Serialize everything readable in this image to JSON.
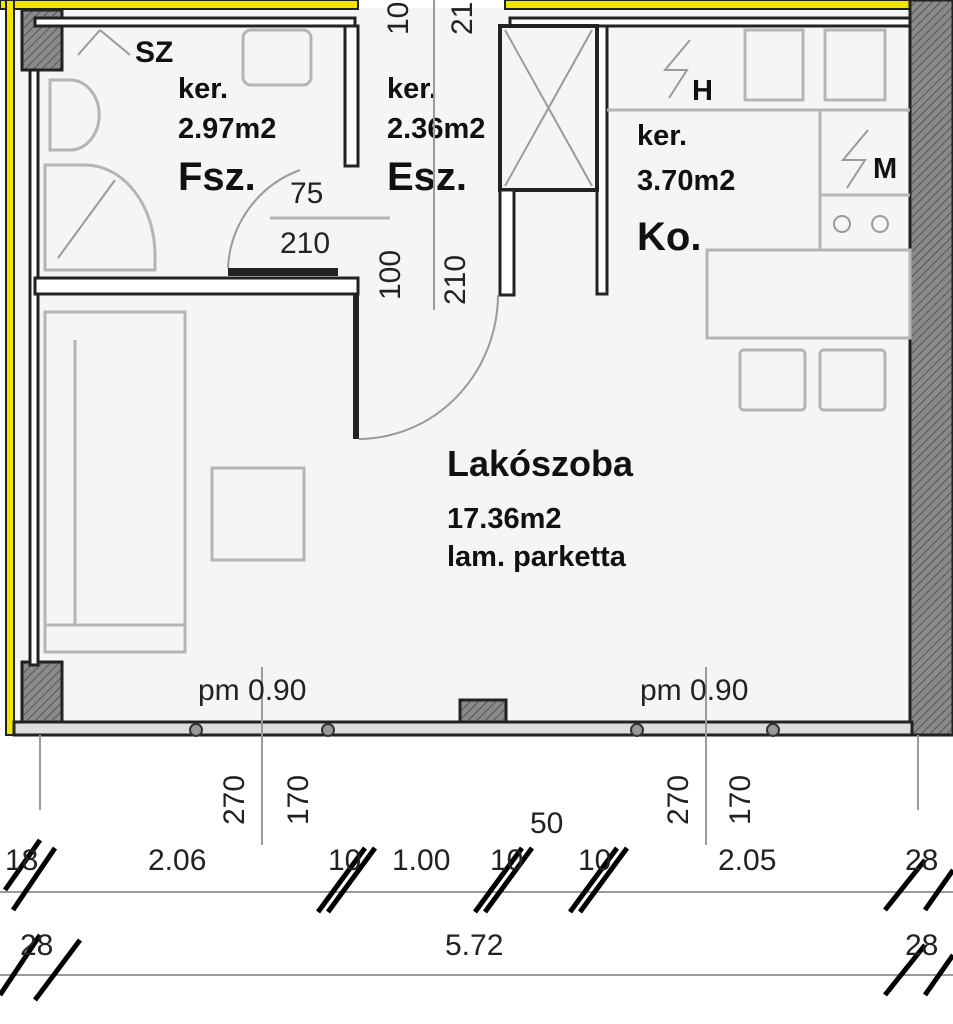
{
  "rooms": {
    "bathroom": {
      "symbol": "SZ",
      "floor": "ker.",
      "area": "2.97m2",
      "code": "Fsz."
    },
    "hall": {
      "floor": "ker.",
      "area": "2.36m2",
      "code": "Esz."
    },
    "kitchen": {
      "symbol_h": "H",
      "symbol_m": "M",
      "floor": "ker.",
      "area": "3.70m2",
      "code": "Ko."
    },
    "living": {
      "name": "Lakószoba",
      "area": "17.36m2",
      "floor": "lam. parketta"
    }
  },
  "doors": {
    "bath_door_width": "75",
    "bath_door_height": "210",
    "hall_door_width": "100",
    "hall_door_height": "210",
    "top_door_width": "10",
    "top_door_height": "21"
  },
  "windows": [
    {
      "sill": "pm 0.90",
      "height": "270",
      "head": "170"
    },
    {
      "sill": "pm 0.90",
      "height": "270",
      "head": "170"
    }
  ],
  "dimensions": {
    "row1": [
      "18",
      "2.06",
      "10",
      "1.00",
      "10",
      "50",
      "10",
      "2.05",
      "28"
    ],
    "row2": [
      "28",
      "5.72",
      "28"
    ]
  },
  "colors": {
    "wall_accent": "#f2e600",
    "floor": "#f5f5f5",
    "wall": "#222222"
  }
}
